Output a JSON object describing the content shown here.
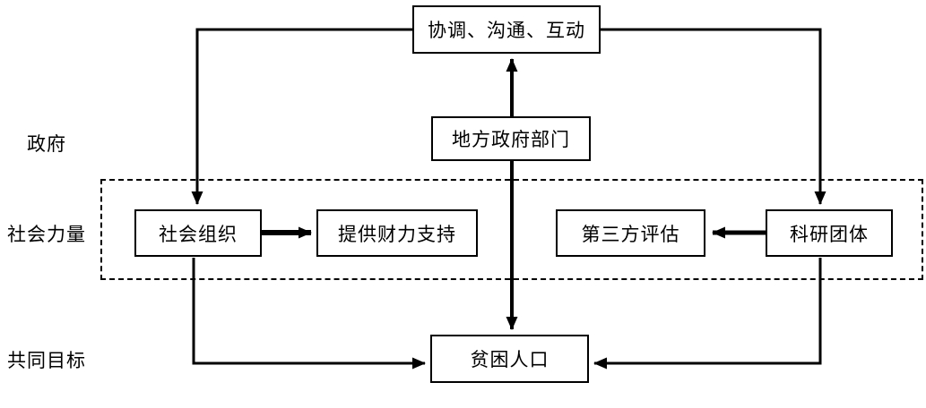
{
  "diagram": {
    "title_text_present": false,
    "colors": {
      "stroke": "#000000",
      "background": "#ffffff",
      "text": "#000000"
    },
    "row_labels": [
      {
        "id": "government",
        "label": "政府"
      },
      {
        "id": "social-forces",
        "label": "社会力量"
      },
      {
        "id": "common-goal",
        "label": "共同目标"
      }
    ],
    "nodes": [
      {
        "id": "coordination",
        "label": "协调、沟通、互动"
      },
      {
        "id": "local-government-department",
        "label": "地方政府部门"
      },
      {
        "id": "social-organization",
        "label": "社会组织"
      },
      {
        "id": "financial-support",
        "label": "提供财力支持"
      },
      {
        "id": "third-party-evaluation",
        "label": "第三方评估"
      },
      {
        "id": "research-group",
        "label": "科研团体"
      },
      {
        "id": "impoverished-population",
        "label": "贫困人口"
      }
    ],
    "dashed_region": {
      "id": "social-forces-region",
      "label": "社会力量"
    },
    "edges": [
      {
        "from": "coordination",
        "to": "social-organization",
        "style": "elbow",
        "arrow": "single"
      },
      {
        "from": "coordination",
        "to": "research-group",
        "style": "elbow",
        "arrow": "single"
      },
      {
        "from": "local-government-department",
        "to": "coordination",
        "style": "straight",
        "arrow": "single"
      },
      {
        "from": "local-government-department",
        "to": "impoverished-population",
        "style": "straight",
        "arrow": "single"
      },
      {
        "from": "social-organization",
        "to": "financial-support",
        "style": "straight",
        "arrow": "single"
      },
      {
        "from": "research-group",
        "to": "third-party-evaluation",
        "style": "straight",
        "arrow": "single"
      },
      {
        "from": "social-organization",
        "to": "impoverished-population",
        "style": "elbow",
        "arrow": "single"
      },
      {
        "from": "research-group",
        "to": "impoverished-population",
        "style": "elbow",
        "arrow": "single"
      }
    ]
  }
}
